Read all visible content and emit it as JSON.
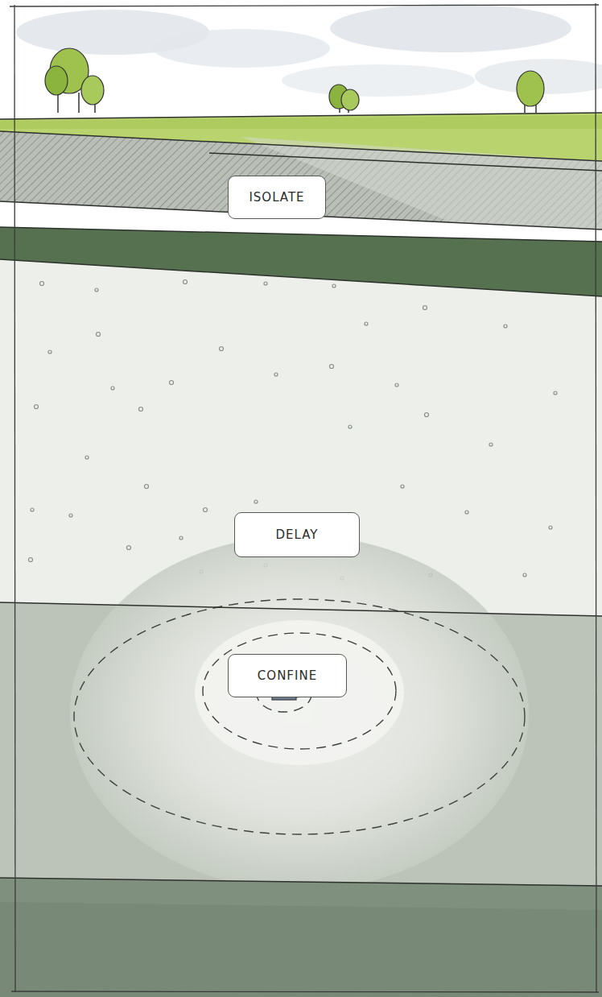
{
  "diagram": {
    "nodes": [
      {
        "text": [
          "ISOLATE"
        ]
      },
      {
        "text": [
          "DELAY"
        ]
      },
      {
        "text": [
          "CONFINE"
        ]
      }
    ]
  }
}
